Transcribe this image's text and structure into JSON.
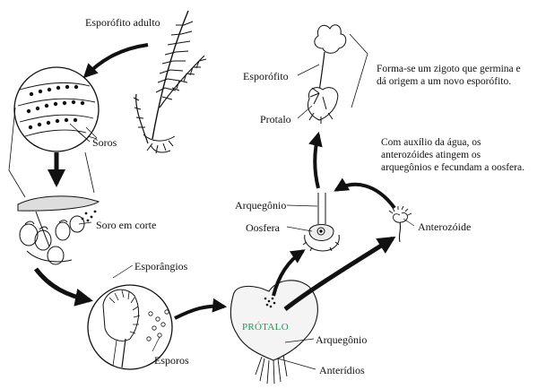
{
  "labels": {
    "esporofito_adulto": "Esporófito adulto",
    "soros": "Soros",
    "soro_em_corte": "Soro em corte",
    "esporangios": "Esporângios",
    "esporos": "Esporos",
    "protalo_green": "PRÓTALO",
    "arquegonio_bottom": "Arquegônio",
    "anteridios": "Anterídios",
    "arquegonio_top": "Arquegônio",
    "oosfera": "Oosfera",
    "anterozoide": "Anterozóide",
    "esporofito_young": "Esporófito",
    "protalo_young": "Protalo"
  },
  "notes": {
    "zigoto_line1": "Forma-se um zigoto que germina e",
    "zigoto_line2": "dá origem a um novo esporófito.",
    "agua_line1": "Com auxílio da água, os",
    "agua_line2": "anterozóides atingem os",
    "agua_line3": "arquegônios e fecundam a oosfera."
  },
  "colors": {
    "ink": "#111111",
    "accent_green": "#1a9a55"
  }
}
